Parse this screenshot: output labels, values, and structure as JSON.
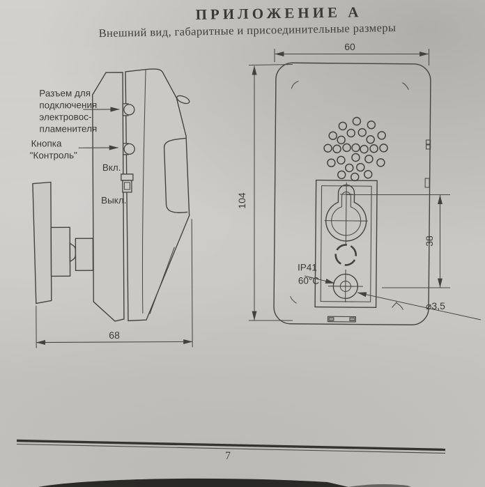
{
  "page": {
    "title": "ПРИЛОЖЕНИЕ А",
    "subtitle": "Внешний вид, габаритные и присоединительные размеры",
    "page_number": "7"
  },
  "side_view": {
    "connector_label": [
      "Разъем для",
      "подключения",
      "электровос-",
      "пламенителя"
    ],
    "button_label": [
      "Кнопка",
      "\"Контроль\""
    ],
    "switch_on": "Вкл.",
    "switch_off": "Выкл.",
    "dim_width": "68"
  },
  "front_view": {
    "dim_width": "60",
    "dim_height": "104",
    "dim_hole_spacing": "38",
    "dim_diameter": "⌀3,5",
    "ip_rating": "IP41",
    "temp": "60°C"
  }
}
